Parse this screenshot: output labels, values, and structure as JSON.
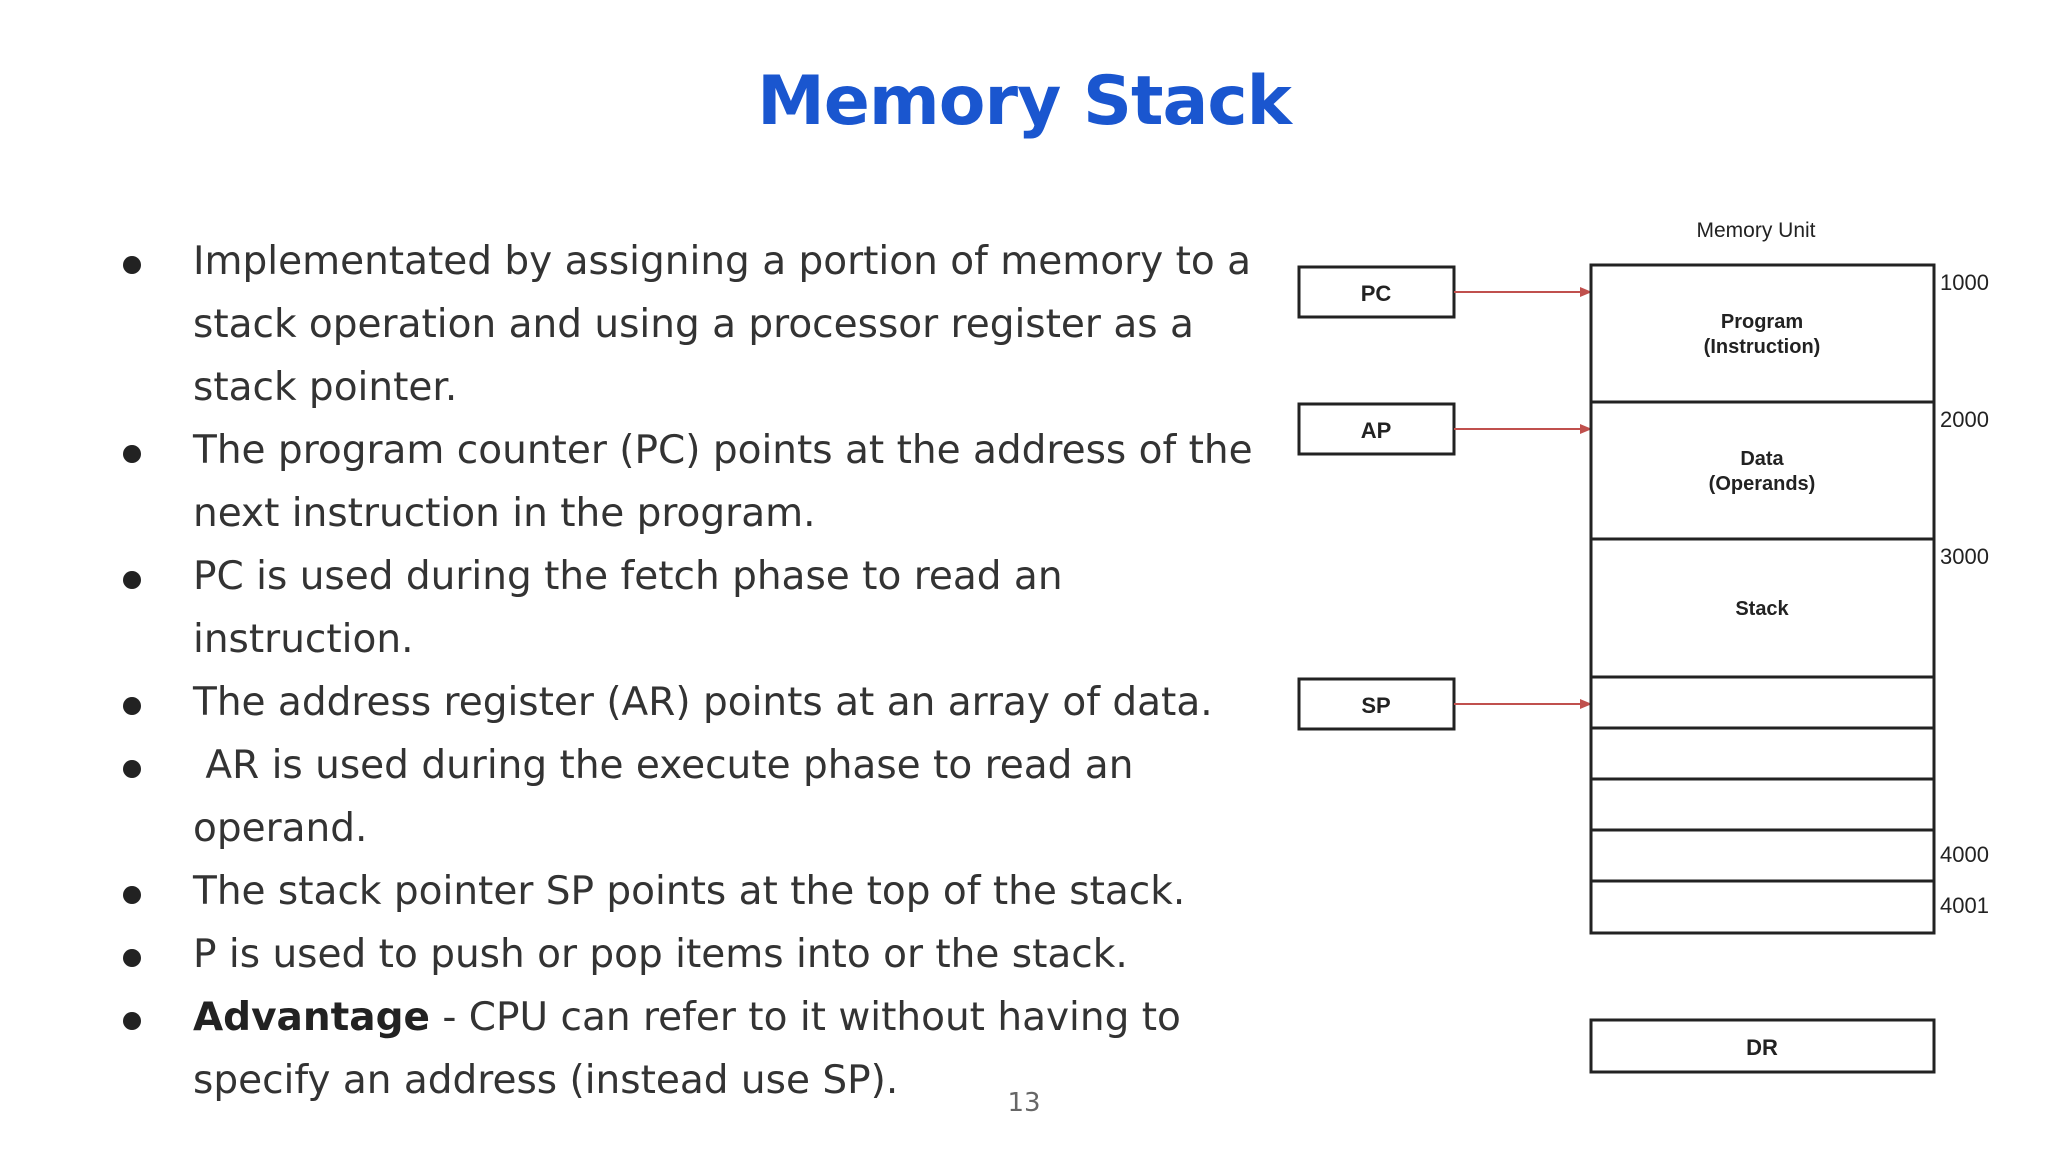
{
  "slide": {
    "title": "Memory Stack",
    "page_number": "13",
    "bullets": [
      {
        "bold": "",
        "text": "Implementated by assigning a portion of memory to a stack operation and using a processor register as a stack pointer."
      },
      {
        "bold": "",
        "text": "The program counter (PC) points at the address of the next instruction in the program."
      },
      {
        "bold": "",
        "text": "PC is used during the fetch phase to read an instruction."
      },
      {
        "bold": "",
        "text": "The address register (AR) points at an array of data."
      },
      {
        "bold": "",
        "text": " AR is used during the execute phase to read an operand."
      },
      {
        "bold": "",
        "text": "The stack pointer SP points at the top of the stack."
      },
      {
        "bold": "",
        "text": "P is used to push or pop items into or the stack."
      },
      {
        "bold": "Advantage",
        "text": " - CPU can refer to it without having to specify an address (instead use SP)."
      }
    ]
  },
  "diagram": {
    "memory_unit_label": "Memory Unit",
    "registers": {
      "pc": "PC",
      "ap": "AP",
      "sp": "SP",
      "dr": "DR"
    },
    "segments": {
      "program_line1": "Program",
      "program_line2": "(Instruction)",
      "data_line1": "Data",
      "data_line2": "(Operands)",
      "stack": "Stack"
    },
    "addresses": {
      "a1000": "1000",
      "a2000": "2000",
      "a3000": "3000",
      "a4000": "4000",
      "a4001": "4001"
    },
    "colors": {
      "arrow": "#c0504d",
      "box_stroke": "#222222"
    }
  }
}
